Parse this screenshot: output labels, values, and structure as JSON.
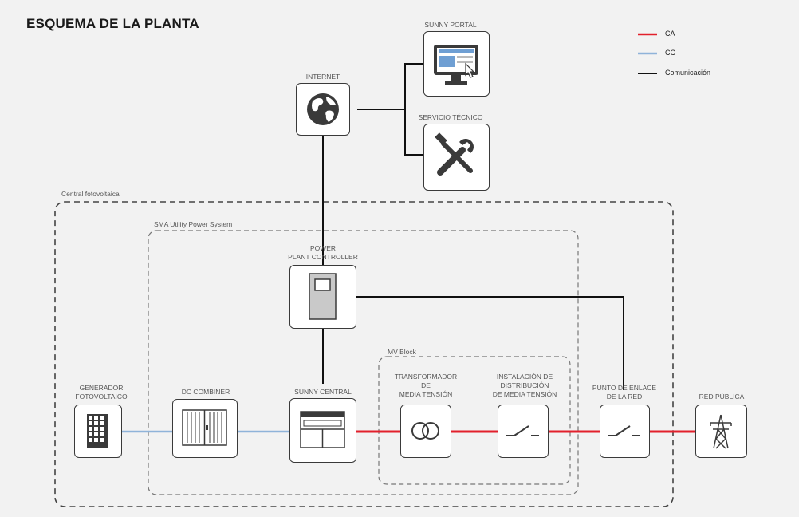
{
  "title": "ESQUEMA DE LA PLANTA",
  "legend": [
    {
      "label": "CA",
      "color": "#e2202c"
    },
    {
      "label": "CC",
      "color": "#8fb3d9"
    },
    {
      "label": "Comunicación",
      "color": "#111111"
    }
  ],
  "regions": {
    "plant": "Central fotovoltaica",
    "ups": "SMA Utility Power System",
    "mv": "MV Block"
  },
  "nodes": {
    "internet": "INTERNET",
    "portal": "SUNNY PORTAL",
    "service": "SERVICIO TÉCNICO",
    "ppc_1": "POWER",
    "ppc_2": "PLANT CONTROLLER",
    "generator_1": "GENERADOR",
    "generator_2": "FOTOVOLTAICO",
    "dc_combiner": "DC COMBINER",
    "sunny_central": "SUNNY CENTRAL",
    "transformer_1": "TRANSFORMADOR",
    "transformer_2": "DE",
    "transformer_3": "MEDIA TENSIÓN",
    "switchgear_1": "INSTALACIÓN DE",
    "switchgear_2": "DISTRIBUCIÓN",
    "switchgear_3": "DE MEDIA TENSIÓN",
    "poi_1": "PUNTO DE ENLACE",
    "poi_2": "DE LA RED",
    "grid": "RED PÚBLICA"
  },
  "icons": {
    "internet": "globe-icon",
    "portal": "monitor-icon",
    "service": "tools-icon",
    "ppc": "cabinet-icon",
    "generator": "solar-panel-icon",
    "dc_combiner": "combiner-box-icon",
    "sunny_central": "inverter-icon",
    "transformer": "transformer-icon",
    "switchgear": "switch-icon",
    "poi": "switch-icon",
    "grid": "power-tower-icon"
  }
}
